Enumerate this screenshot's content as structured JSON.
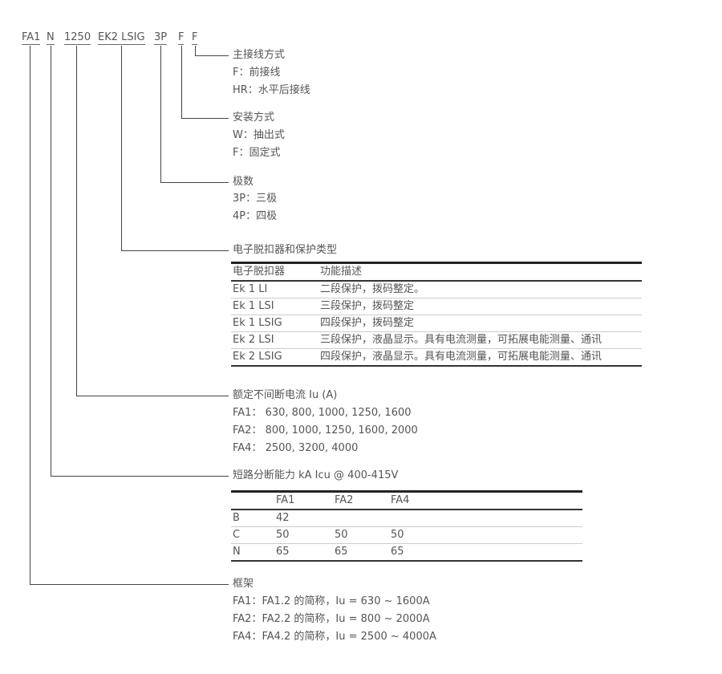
{
  "codes": [
    "FA1",
    "N",
    "1250",
    "EK2 LSIG",
    "3P",
    "F",
    "F"
  ],
  "sections": {
    "wiring": {
      "title": "主接线方式",
      "items": [
        "F：前接线",
        "HR：水平后接线"
      ]
    },
    "install": {
      "title": "安装方式",
      "items": [
        "W：抽出式",
        "F：固定式"
      ]
    },
    "poles": {
      "title": "极数",
      "items": [
        "3P：三极",
        "4P：四极"
      ]
    },
    "trip": {
      "title": "电子脱扣器和保护类型",
      "headers": [
        "电子脱扣器",
        "功能描述"
      ],
      "rows": [
        [
          "Ek 1 LI",
          "二段保护，拨码整定。"
        ],
        [
          "Ek 1 LSI",
          "三段保护，拨码整定"
        ],
        [
          "Ek 1 LSIG",
          "四段保护，拨码整定"
        ],
        [
          "Ek 2 LSI",
          "三段保护，液晶显示。具有电流测量，可拓展电能测量、通讯"
        ],
        [
          "Ek 2 LSIG",
          "四段保护，液晶显示。具有电流测量，可拓展电能测量、通讯"
        ]
      ]
    },
    "current": {
      "title": "额定不间断电流 Iu (A)",
      "items": [
        "FA1： 630, 800, 1000, 1250, 1600",
        "FA2： 800, 1000, 1250, 1600, 2000",
        "FA4： 2500, 3200, 4000"
      ]
    },
    "breaking": {
      "title": "短路分断能力 kA Icu @ 400-415V",
      "headers": [
        "",
        "FA1",
        "FA2",
        "FA4"
      ],
      "rows": [
        [
          "B",
          "42",
          "",
          ""
        ],
        [
          "C",
          "50",
          "50",
          "50"
        ],
        [
          "N",
          "65",
          "65",
          "65"
        ]
      ]
    },
    "frame": {
      "title": "框架",
      "items": [
        "FA1：FA1.2 的简称，Iu = 630 ~ 1600A",
        "FA2：FA2.2 的简称，Iu = 800 ~ 2000A",
        "FA4：FA4.2 的简称，Iu = 2500 ~ 4000A"
      ]
    }
  }
}
